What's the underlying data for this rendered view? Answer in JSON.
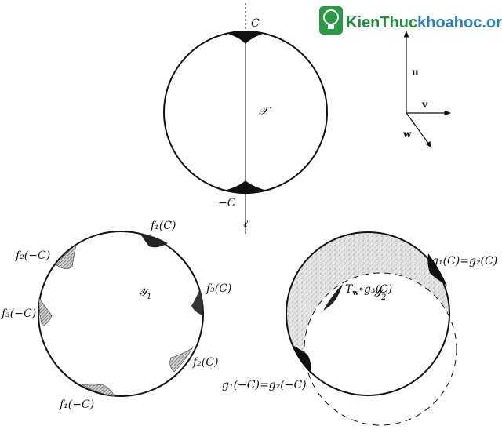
{
  "watermark": {
    "brand_left": "KienThuc",
    "brand_right": "khoahoc",
    "brand_suffix": ".org",
    "brand_colors": {
      "left": "#1f8f3a",
      "right": "#2c7fbf"
    }
  },
  "top_figure": {
    "label_C": "C",
    "label_negC": "−C",
    "label_X": "𝒳",
    "label_l": "ℓ"
  },
  "axes": {
    "u": "u",
    "v": "v",
    "w": "w"
  },
  "left_figure": {
    "label_Y1": "𝒴",
    "label_Y1_sub": "1",
    "f1C": "f₁(C)",
    "f2negC": "f₂(−C)",
    "f3C": "f₃(C)",
    "f3negC": "f₃(−C)",
    "f2C": "f₂(C)",
    "f1negC": "f₁(−C)"
  },
  "right_figure": {
    "label_Y2": "𝒴",
    "label_Y2_sub": "2",
    "g1C_eq_g2C": "g₁(C)=g₂(C)",
    "Tw_g3C_T": "T",
    "Tw_g3C_w": "w",
    "Tw_g3C_rest": "∘g₃(C)",
    "g1negC_eq_g2negC": "g₁(−C)=g₂(−C)"
  }
}
